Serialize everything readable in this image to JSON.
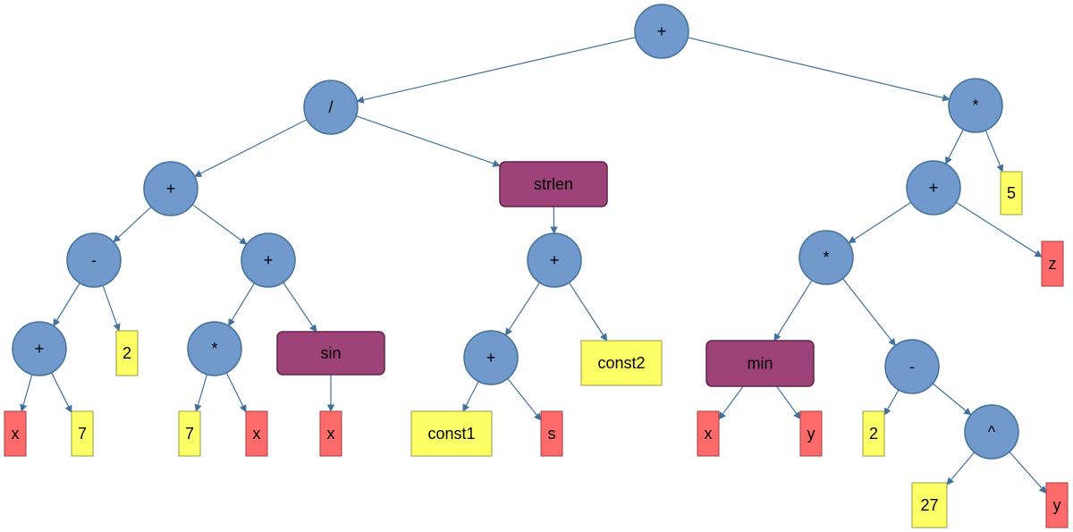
{
  "diagram": {
    "type": "expression-tree",
    "colors": {
      "operator": "#7299cc",
      "function": "#9e427a",
      "constant": "#ffff66",
      "variable": "#ff6b6b",
      "edge": "#41719c"
    },
    "nodes": {
      "n1": {
        "label": "+",
        "kind": "operator"
      },
      "n2": {
        "label": "/",
        "kind": "operator"
      },
      "n3": {
        "label": "*",
        "kind": "operator"
      },
      "n4": {
        "label": "+",
        "kind": "operator"
      },
      "n5": {
        "label": "strlen",
        "kind": "function"
      },
      "n6": {
        "label": "+",
        "kind": "operator"
      },
      "n7": {
        "label": "5",
        "kind": "constant"
      },
      "n8": {
        "label": "-",
        "kind": "operator"
      },
      "n9": {
        "label": "+",
        "kind": "operator"
      },
      "n10": {
        "label": "+",
        "kind": "operator"
      },
      "n11": {
        "label": "*",
        "kind": "operator"
      },
      "n12": {
        "label": "z",
        "kind": "variable"
      },
      "n13": {
        "label": "+",
        "kind": "operator"
      },
      "n14": {
        "label": "2",
        "kind": "constant"
      },
      "n15": {
        "label": "*",
        "kind": "operator"
      },
      "n16": {
        "label": "sin",
        "kind": "function"
      },
      "n17": {
        "label": "+",
        "kind": "operator"
      },
      "n18": {
        "label": "const2",
        "kind": "constant"
      },
      "n19": {
        "label": "min",
        "kind": "function"
      },
      "n20": {
        "label": "-",
        "kind": "operator"
      },
      "n21": {
        "label": "x",
        "kind": "variable"
      },
      "n22": {
        "label": "7",
        "kind": "constant"
      },
      "n23": {
        "label": "7",
        "kind": "constant"
      },
      "n24": {
        "label": "x",
        "kind": "variable"
      },
      "n25": {
        "label": "x",
        "kind": "variable"
      },
      "n26": {
        "label": "const1",
        "kind": "constant"
      },
      "n27": {
        "label": "s",
        "kind": "variable"
      },
      "n28": {
        "label": "x",
        "kind": "variable"
      },
      "n29": {
        "label": "y",
        "kind": "variable"
      },
      "n30": {
        "label": "2",
        "kind": "constant"
      },
      "n31": {
        "label": "^",
        "kind": "operator"
      },
      "n32": {
        "label": "27",
        "kind": "constant"
      },
      "n33": {
        "label": "y",
        "kind": "variable"
      }
    },
    "edges": [
      [
        "n1",
        "n2"
      ],
      [
        "n1",
        "n3"
      ],
      [
        "n2",
        "n4"
      ],
      [
        "n2",
        "n5"
      ],
      [
        "n3",
        "n6"
      ],
      [
        "n3",
        "n7"
      ],
      [
        "n4",
        "n8"
      ],
      [
        "n4",
        "n9"
      ],
      [
        "n5",
        "n10"
      ],
      [
        "n6",
        "n11"
      ],
      [
        "n6",
        "n12"
      ],
      [
        "n8",
        "n13"
      ],
      [
        "n8",
        "n14"
      ],
      [
        "n9",
        "n15"
      ],
      [
        "n9",
        "n16"
      ],
      [
        "n10",
        "n17"
      ],
      [
        "n10",
        "n18"
      ],
      [
        "n11",
        "n19"
      ],
      [
        "n11",
        "n20"
      ],
      [
        "n13",
        "n21"
      ],
      [
        "n13",
        "n22"
      ],
      [
        "n15",
        "n23"
      ],
      [
        "n15",
        "n24"
      ],
      [
        "n16",
        "n25"
      ],
      [
        "n17",
        "n26"
      ],
      [
        "n17",
        "n27"
      ],
      [
        "n19",
        "n28"
      ],
      [
        "n19",
        "n29"
      ],
      [
        "n20",
        "n30"
      ],
      [
        "n20",
        "n31"
      ],
      [
        "n31",
        "n32"
      ],
      [
        "n31",
        "n33"
      ]
    ]
  }
}
